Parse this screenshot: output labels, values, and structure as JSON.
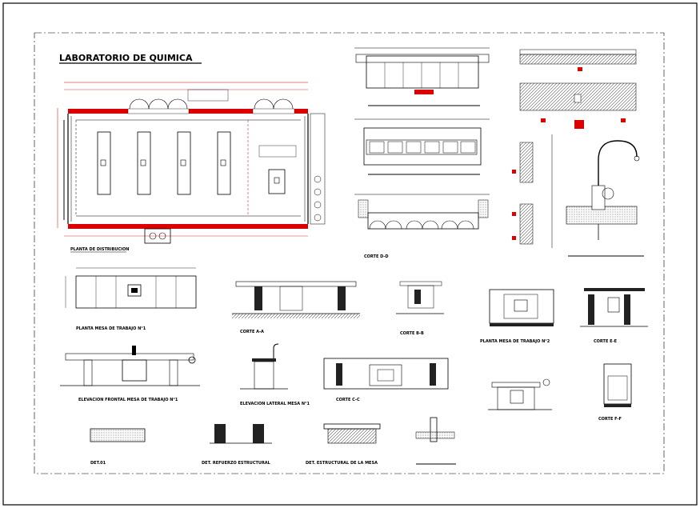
{
  "title": "LABORATORIO  DE  QUIMICA",
  "labels": {
    "planta": "PLANTA DE DISTRIBUCION",
    "corte_d": "CORTE D-D",
    "planta_mesa1": "PLANTA MESA DE TRABAJO N°1",
    "corte_a": "CORTE A-A",
    "corte_b": "CORTE B-B",
    "planta_mesa2": "PLANTA MESA DE TRABAJO N°2",
    "corte_e": "CORTE E-E",
    "elev_frontal": "ELEVACION FRONTAL MESA DE TRABAJO N°1",
    "elev_lateral": "ELEVACION LATERAL MESA N°1",
    "corte_c": "CORTE C-C",
    "corte_f": "CORTE F-F",
    "det_01": "DET.01",
    "det_refuerzo": "DET. REFUERZO ESTRUCTURAL",
    "det_estructural": "DET. ESTRUCTURAL DE LA MESA"
  }
}
